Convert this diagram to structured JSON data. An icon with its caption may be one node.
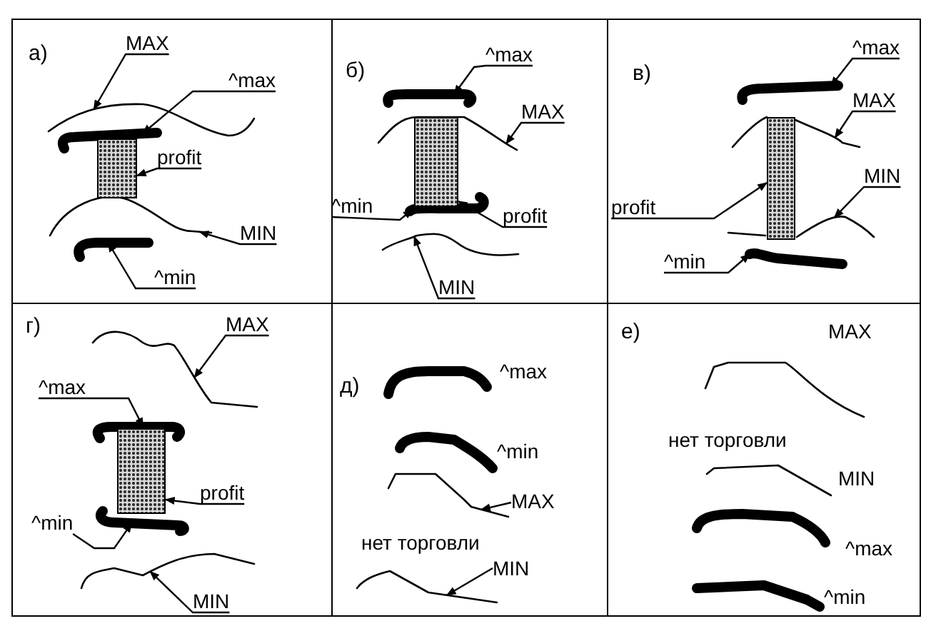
{
  "diagram": {
    "nodes": [
      {
        "text": [
          "а)"
        ]
      },
      {
        "text": [
          "MAX"
        ],
        "in": 0
      },
      {
        "text": [
          "^max"
        ],
        "in": 0
      },
      {
        "text": [],
        "shape": "curve",
        "in": 0
      },
      {
        "text": [],
        "shape": "bar",
        "in": 0
      },
      {
        "text": [],
        "shape": "box",
        "in": 0
      },
      {
        "text": [
          "profit"
        ],
        "in": 0
      },
      {
        "text": [],
        "shape": "curve",
        "in": 0
      },
      {
        "text": [
          "MIN"
        ],
        "in": 0
      },
      {
        "text": [],
        "shape": "bar",
        "in": 0
      },
      {
        "text": [
          "^min"
        ],
        "in": 0
      },
      {
        "text": [
          "б)"
        ]
      },
      {
        "text": [
          "^max"
        ],
        "in": 11
      },
      {
        "text": [],
        "shape": "bar",
        "in": 11
      },
      {
        "text": [
          "MAX"
        ],
        "in": 11
      },
      {
        "text": [],
        "shape": "curve",
        "in": 11
      },
      {
        "text": [],
        "shape": "box",
        "in": 11
      },
      {
        "text": [],
        "shape": "bar",
        "in": 11
      },
      {
        "text": [
          "^min"
        ],
        "in": 11
      },
      {
        "text": [
          "profit"
        ],
        "in": 11
      },
      {
        "text": [],
        "shape": "curve",
        "in": 11
      },
      {
        "text": [
          "MIN"
        ],
        "in": 11
      },
      {
        "text": [
          "в)"
        ]
      },
      {
        "text": [
          "^max"
        ],
        "in": 22
      },
      {
        "text": [],
        "shape": "bar",
        "in": 22
      },
      {
        "text": [
          "MAX"
        ],
        "in": 22
      },
      {
        "text": [],
        "shape": "curve",
        "in": 22
      },
      {
        "text": [],
        "shape": "box",
        "in": 22
      },
      {
        "text": [
          "MIN"
        ],
        "in": 22
      },
      {
        "text": [],
        "shape": "curve",
        "in": 22
      },
      {
        "text": [
          "profit"
        ],
        "in": 22
      },
      {
        "text": [],
        "shape": "bar",
        "in": 22
      },
      {
        "text": [
          "^min"
        ],
        "in": 22
      },
      {
        "text": [
          "г)"
        ]
      },
      {
        "text": [
          "MAX"
        ],
        "in": 33
      },
      {
        "text": [],
        "shape": "curve",
        "in": 33
      },
      {
        "text": [
          "^max"
        ],
        "in": 33
      },
      {
        "text": [],
        "shape": "bar",
        "in": 33
      },
      {
        "text": [],
        "shape": "box",
        "in": 33
      },
      {
        "text": [
          "profit"
        ],
        "in": 33
      },
      {
        "text": [],
        "shape": "bar",
        "in": 33
      },
      {
        "text": [
          "^min"
        ],
        "in": 33
      },
      {
        "text": [],
        "shape": "curve",
        "in": 33
      },
      {
        "text": [
          "MIN"
        ],
        "in": 33
      },
      {
        "text": [
          "д)"
        ]
      },
      {
        "text": [],
        "shape": "bar",
        "in": 44
      },
      {
        "text": [
          "^max"
        ],
        "in": 44
      },
      {
        "text": [],
        "shape": "bar",
        "in": 44
      },
      {
        "text": [
          "^min"
        ],
        "in": 44
      },
      {
        "text": [],
        "shape": "curve",
        "in": 44
      },
      {
        "text": [
          "MAX"
        ],
        "in": 44
      },
      {
        "text": [
          "нет торговли"
        ],
        "in": 44
      },
      {
        "text": [],
        "shape": "curve",
        "in": 44
      },
      {
        "text": [
          "MIN"
        ],
        "in": 44
      },
      {
        "text": [
          "е)"
        ]
      },
      {
        "text": [
          "MAX"
        ],
        "in": 54
      },
      {
        "text": [],
        "shape": "curve",
        "in": 54
      },
      {
        "text": [
          "нет торговли"
        ],
        "in": 54
      },
      {
        "text": [],
        "shape": "curve",
        "in": 54
      },
      {
        "text": [
          "MIN"
        ],
        "in": 54
      },
      {
        "text": [],
        "shape": "bar",
        "in": 54
      },
      {
        "text": [
          "^max"
        ],
        "in": 54
      },
      {
        "text": [],
        "shape": "bar",
        "in": 54
      },
      {
        "text": [
          "^min"
        ],
        "in": 54
      }
    ],
    "edges": [
      {
        "from": 1,
        "to": 3,
        "arrow": "to"
      },
      {
        "from": 2,
        "to": 4,
        "arrow": "to"
      },
      {
        "from": 6,
        "to": 5,
        "arrow": "to"
      },
      {
        "from": 8,
        "to": 7,
        "arrow": "to"
      },
      {
        "from": 10,
        "to": 9,
        "arrow": "to"
      },
      {
        "from": 12,
        "to": 13,
        "arrow": "to"
      },
      {
        "from": 14,
        "to": 15,
        "arrow": "to"
      },
      {
        "from": 18,
        "to": 17,
        "arrow": "to"
      },
      {
        "from": 19,
        "to": 16,
        "arrow": "to"
      },
      {
        "from": 21,
        "to": 20,
        "arrow": "to"
      },
      {
        "from": 23,
        "to": 24,
        "arrow": "to"
      },
      {
        "from": 25,
        "to": 26,
        "arrow": "to"
      },
      {
        "from": 28,
        "to": 29,
        "arrow": "to"
      },
      {
        "from": 30,
        "to": 27,
        "arrow": "to"
      },
      {
        "from": 32,
        "to": 31,
        "arrow": "to"
      },
      {
        "from": 34,
        "to": 35,
        "arrow": "to"
      },
      {
        "from": 36,
        "to": 37,
        "arrow": "to"
      },
      {
        "from": 39,
        "to": 38,
        "arrow": "to"
      },
      {
        "from": 41,
        "to": 40,
        "arrow": "to"
      },
      {
        "from": 43,
        "to": 42,
        "arrow": "to"
      },
      {
        "from": 50,
        "to": 49,
        "arrow": "to"
      },
      {
        "from": 53,
        "to": 52,
        "arrow": "to"
      }
    ]
  }
}
